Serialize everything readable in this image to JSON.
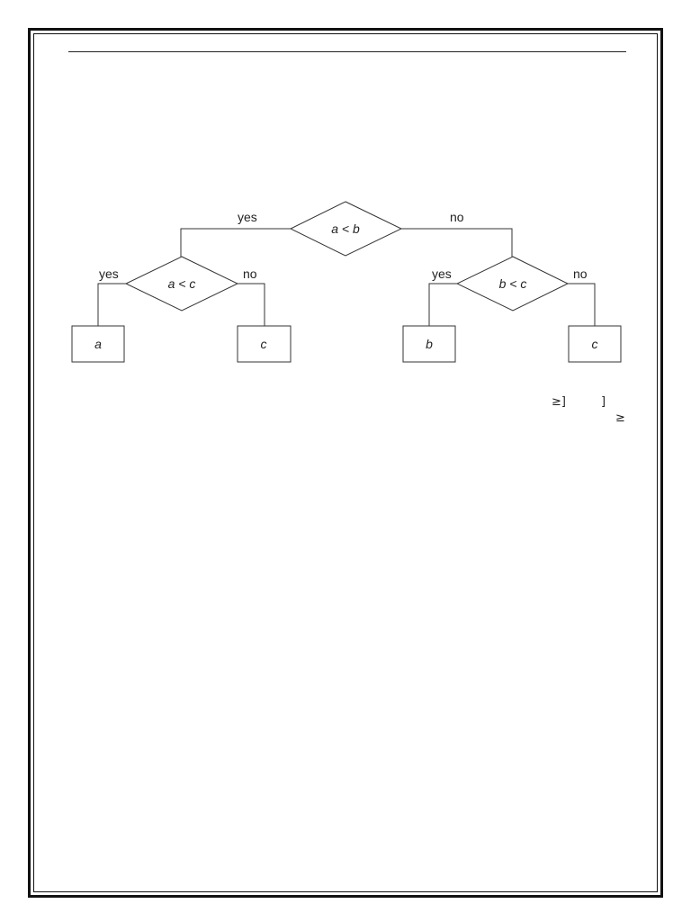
{
  "tree": {
    "root": {
      "condition": "a < b",
      "yes_label": "yes",
      "no_label": "no",
      "yes": {
        "condition": "a < c",
        "yes_label": "yes",
        "no_label": "no",
        "yes": {
          "leaf": "a"
        },
        "no": {
          "leaf": "c"
        }
      },
      "no": {
        "condition": "b < c",
        "yes_label": "yes",
        "no_label": "no",
        "yes": {
          "leaf": "b"
        },
        "no": {
          "leaf": "c"
        }
      }
    }
  },
  "fragments": {
    "line1": "≥]",
    "line2": "]",
    "line3": "≥"
  }
}
